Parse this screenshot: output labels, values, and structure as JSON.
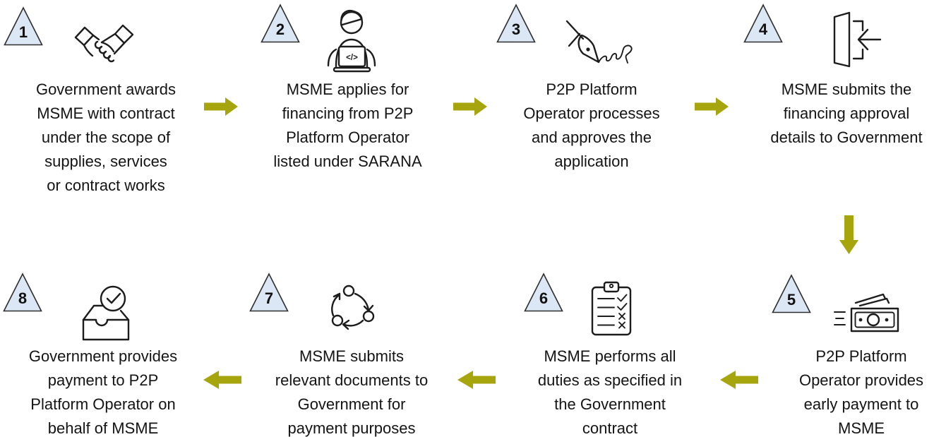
{
  "diagram": {
    "kind": "process-flow",
    "background": "#ffffff"
  },
  "colors": {
    "arrow": "#A7A50E",
    "triangle_fill": "#DBE7F4",
    "triangle_stroke": "#2E2E2E",
    "icon_ink": "#1C1C1C",
    "text": "#141414"
  },
  "steps": [
    {
      "number": "1",
      "icon": "handshake-icon",
      "lines": [
        "Government awards",
        "MSME with contract",
        "under the scope of",
        "supplies, services",
        "or contract works"
      ]
    },
    {
      "number": "2",
      "icon": "developer-at-laptop-icon",
      "laptop_code": "</>",
      "lines": [
        "MSME applies for",
        "financing from P2P",
        "Platform Operator",
        "listed under SARANA"
      ]
    },
    {
      "number": "3",
      "icon": "pen-signature-icon",
      "lines": [
        "P2P Platform",
        "Operator processes",
        "and approves the",
        "application"
      ]
    },
    {
      "number": "4",
      "icon": "door-entry-icon",
      "lines": [
        "MSME submits the",
        "financing approval",
        "details to Government"
      ]
    },
    {
      "number": "5",
      "icon": "cash-payment-icon",
      "lines": [
        "P2P Platform",
        "Operator provides",
        "early payment to",
        "MSME"
      ]
    },
    {
      "number": "6",
      "icon": "checklist-clipboard-icon",
      "lines": [
        "MSME performs all",
        "duties as specified in",
        "the Government",
        "contract"
      ]
    },
    {
      "number": "7",
      "icon": "process-cycle-icon",
      "lines": [
        "MSME submits",
        "relevant documents to",
        "Government for",
        "payment purposes"
      ]
    },
    {
      "number": "8",
      "icon": "inbox-approved-icon",
      "lines": [
        "Government provides",
        "payment to P2P",
        "Platform Operator on",
        "behalf of MSME"
      ]
    }
  ],
  "arrows": [
    {
      "from": "1",
      "to": "2",
      "direction": "right"
    },
    {
      "from": "2",
      "to": "3",
      "direction": "right"
    },
    {
      "from": "3",
      "to": "4",
      "direction": "right"
    },
    {
      "from": "4",
      "to": "5",
      "direction": "down"
    },
    {
      "from": "5",
      "to": "6",
      "direction": "left"
    },
    {
      "from": "6",
      "to": "7",
      "direction": "left"
    },
    {
      "from": "7",
      "to": "8",
      "direction": "left"
    }
  ]
}
